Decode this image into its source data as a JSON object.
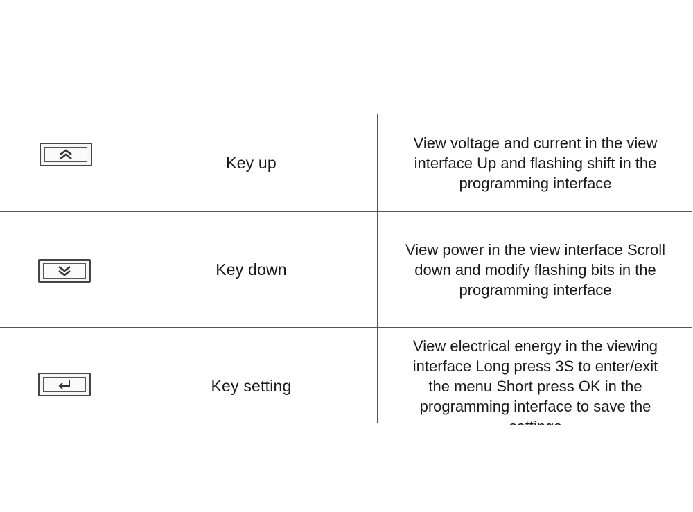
{
  "rows": [
    {
      "icon": "double-chevron-up-icon",
      "name": "Key up",
      "description_lines": [
        "View voltage and current in the view",
        "interface Up and flashing shift in the",
        "programming interface"
      ]
    },
    {
      "icon": "double-chevron-down-icon",
      "name": "Key down",
      "description_lines": [
        "View power in the view interface Scroll",
        "down and modify flashing bits in the",
        "programming interface"
      ]
    },
    {
      "icon": "enter-return-icon",
      "name": "Key setting",
      "description_lines": [
        "View electrical energy in the viewing",
        "interface Long press 3S to enter/exit",
        "the menu Short press OK in the",
        "programming interface to save the",
        "settings"
      ]
    }
  ]
}
